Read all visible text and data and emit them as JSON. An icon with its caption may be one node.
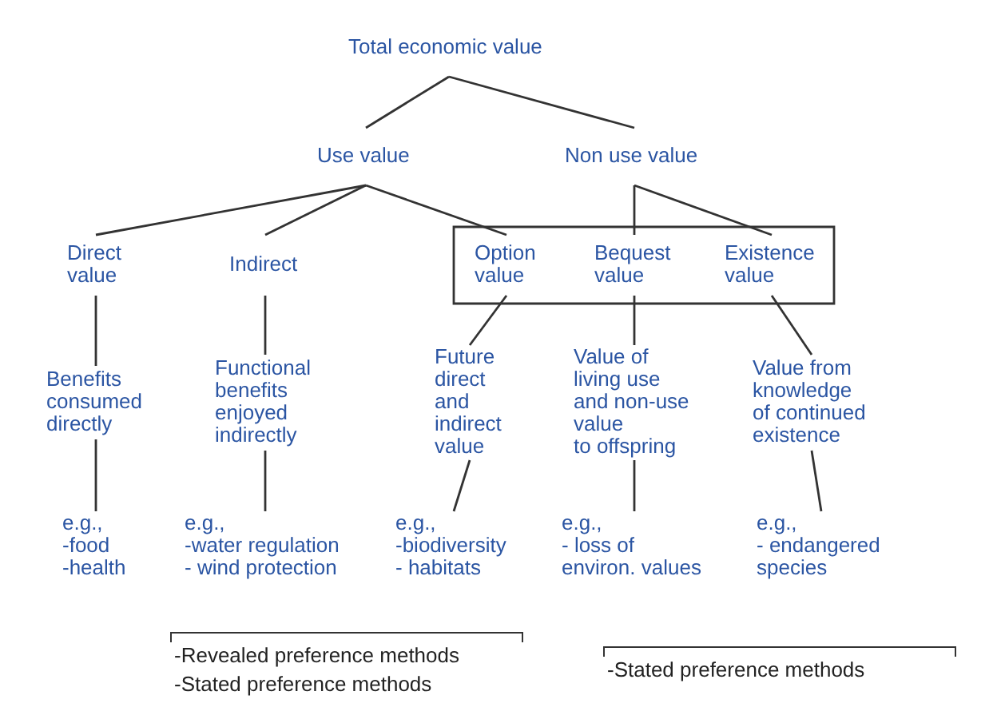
{
  "diagram": {
    "nodes": [
      {
        "text": [
          "Total economic value"
        ]
      },
      {
        "text": [
          "Use value"
        ]
      },
      {
        "text": [
          "Non use value"
        ]
      },
      {
        "text": [
          "Direct value"
        ]
      },
      {
        "text": [
          "Indirect"
        ]
      },
      {
        "text": [],
        "shape": "box"
      },
      {
        "text": [
          "Option value"
        ],
        "in": 5
      },
      {
        "text": [
          "Bequest value"
        ],
        "in": 5
      },
      {
        "text": [
          "Existence value"
        ],
        "in": 5
      },
      {
        "text": [
          "Benefits consumed directly"
        ]
      },
      {
        "text": [
          "Functional benefits enjoyed indirectly"
        ]
      },
      {
        "text": [
          "Future direct and indirect value"
        ]
      },
      {
        "text": [
          "Value of living use and non-use value to offspring"
        ]
      },
      {
        "text": [
          "Value from knowledge of continued existence"
        ]
      },
      {
        "text": [
          "e.g., -food -health"
        ]
      },
      {
        "text": [
          "e.g., -water regulation - wind protection"
        ]
      },
      {
        "text": [
          "e.g., -biodiversity - habitats"
        ]
      },
      {
        "text": [
          "e.g., - loss of environ. values"
        ]
      },
      {
        "text": [
          "e.g., - endangered species"
        ]
      }
    ],
    "edges": [
      {
        "from": 0,
        "to": 1,
        "arrow": "none"
      },
      {
        "from": 0,
        "to": 2,
        "arrow": "none"
      },
      {
        "from": 1,
        "to": 3,
        "arrow": "none"
      },
      {
        "from": 1,
        "to": 4,
        "arrow": "none"
      },
      {
        "from": 1,
        "to": 6,
        "arrow": "none"
      },
      {
        "from": 2,
        "to": 7,
        "arrow": "none"
      },
      {
        "from": 2,
        "to": 8,
        "arrow": "none"
      },
      {
        "from": 3,
        "to": 9,
        "arrow": "none"
      },
      {
        "from": 4,
        "to": 10,
        "arrow": "none"
      },
      {
        "from": 6,
        "to": 11,
        "arrow": "none"
      },
      {
        "from": 7,
        "to": 12,
        "arrow": "none"
      },
      {
        "from": 8,
        "to": 13,
        "arrow": "none"
      },
      {
        "from": 9,
        "to": 14,
        "arrow": "none"
      },
      {
        "from": 10,
        "to": 15,
        "arrow": "none"
      },
      {
        "from": 11,
        "to": 16,
        "arrow": "none"
      },
      {
        "from": 12,
        "to": 17,
        "arrow": "none"
      },
      {
        "from": 13,
        "to": 18,
        "arrow": "none"
      }
    ],
    "labels": [
      "-Revealed preference methods",
      "-Stated preference methods",
      "-Stated preference methods"
    ]
  }
}
